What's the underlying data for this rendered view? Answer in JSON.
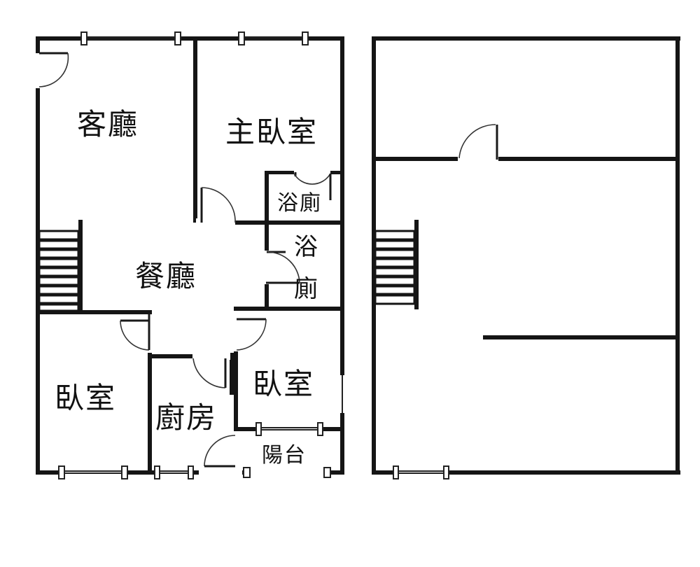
{
  "floor1": {
    "living_room": "客廳",
    "master_bedroom": "主臥室",
    "bathroom_1": "浴廁",
    "bathroom_2_top": "浴",
    "bathroom_2_bottom": "廁",
    "dining_room": "餐廳",
    "bedroom_left": "臥室",
    "kitchen": "廚房",
    "bedroom_right": "臥室",
    "balcony": "陽台"
  },
  "floor2": {}
}
